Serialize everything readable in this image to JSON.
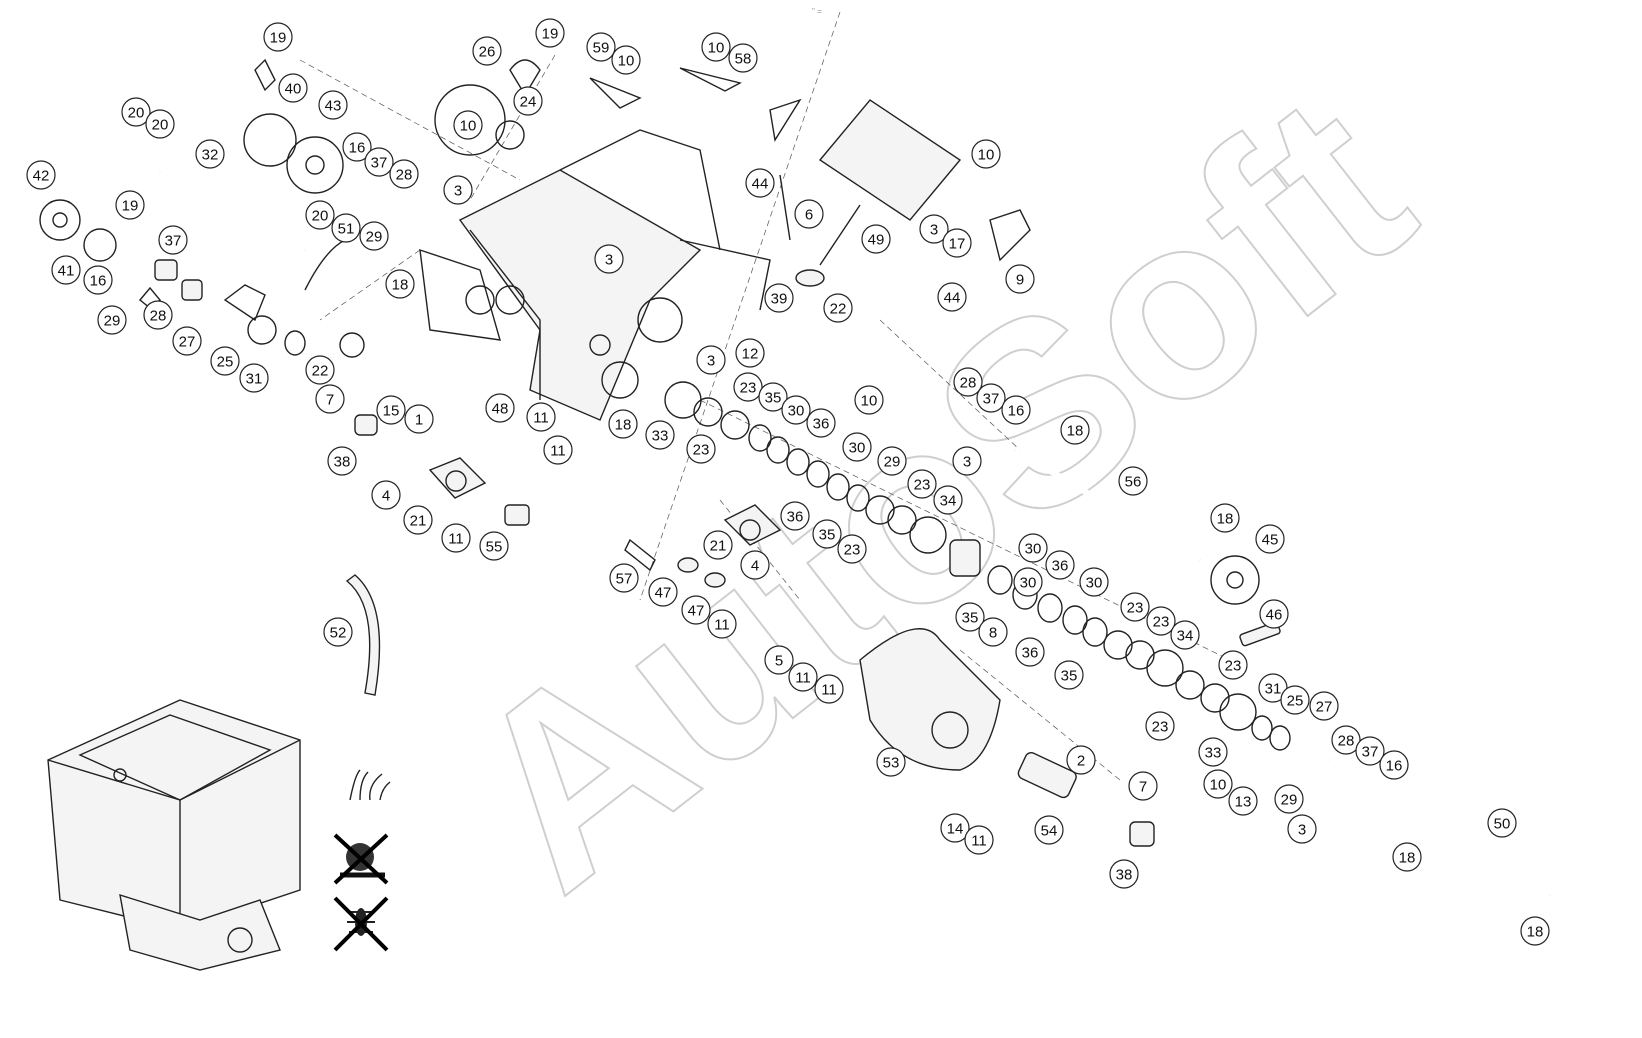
{
  "header_mark": "\" =",
  "watermark": "AutoSoft",
  "callouts": [
    "19",
    "40",
    "20",
    "20",
    "43",
    "26",
    "19",
    "59",
    "10",
    "10",
    "58",
    "24",
    "32",
    "42",
    "19",
    "16",
    "37",
    "28",
    "3",
    "10",
    "29",
    "20",
    "41",
    "16",
    "37",
    "51",
    "29",
    "28",
    "27",
    "25",
    "31",
    "18",
    "22",
    "7",
    "15",
    "1",
    "38",
    "4",
    "21",
    "11",
    "55",
    "48",
    "11",
    "11",
    "44",
    "6",
    "49",
    "3",
    "22",
    "39",
    "3",
    "12",
    "18",
    "33",
    "23",
    "23",
    "35",
    "30",
    "36",
    "10",
    "29",
    "28",
    "37",
    "16",
    "18",
    "3",
    "30",
    "36",
    "23",
    "34",
    "21",
    "35",
    "23",
    "4",
    "56",
    "18",
    "45",
    "57",
    "47",
    "47",
    "11",
    "30",
    "36",
    "30",
    "35",
    "36",
    "35",
    "8",
    "23",
    "23",
    "34",
    "46",
    "5",
    "11",
    "11",
    "53",
    "52",
    "23",
    "33",
    "31",
    "25",
    "27",
    "10",
    "13",
    "29",
    "28",
    "37",
    "16",
    "2",
    "7",
    "3",
    "14",
    "11",
    "54",
    "38",
    "50",
    "18",
    "18",
    "3",
    "17",
    "9",
    "10",
    "44",
    "23",
    "30"
  ],
  "icons": [
    "grass-icon",
    "no-snail-icon",
    "no-insect-icon"
  ]
}
